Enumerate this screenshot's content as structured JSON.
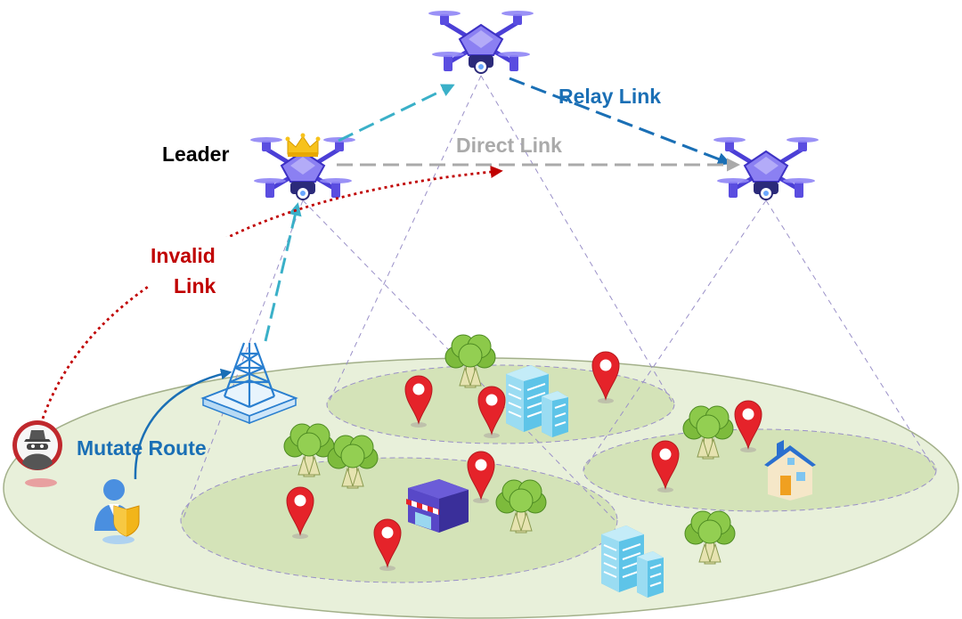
{
  "labels": {
    "leader": "Leader",
    "relay_link": "Relay Link",
    "direct_link": "Direct Link",
    "invalid_link_line1": "Invalid",
    "invalid_link_line2": "Link",
    "mutate_route": "Mutate Route"
  },
  "colors": {
    "relay": "#1a6fb5",
    "relay_dash_light": "#3ab0c8",
    "direct": "#aaaaaa",
    "invalid": "#c00000",
    "mutate": "#1a6fb5",
    "ground": "#e6efd6",
    "zone": "#d2e2b4",
    "pin": "#e5232a",
    "drone": "#7b6ff0"
  },
  "icons": [
    "drone-icon",
    "crown-icon",
    "tower-icon",
    "attacker-icon",
    "user-shield-icon",
    "tree-icon",
    "building-icon",
    "shop-icon",
    "house-icon",
    "location-pin-icon"
  ]
}
